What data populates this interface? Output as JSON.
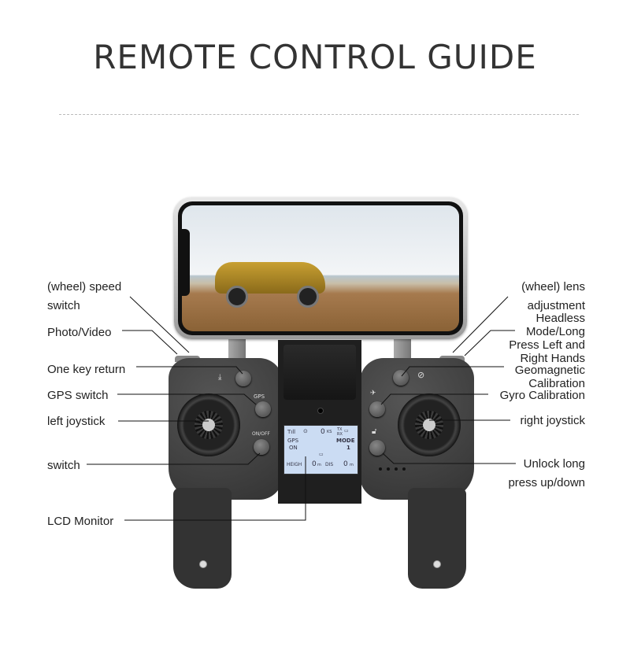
{
  "title": "REMOTE CONTROL GUIDE",
  "labels_left": [
    {
      "id": "speed-switch",
      "text": "(wheel) speed",
      "line2": "switch"
    },
    {
      "id": "photo-video",
      "text": "Photo/Video"
    },
    {
      "id": "one-key-return",
      "text": "One key return"
    },
    {
      "id": "gps-switch",
      "text": "GPS switch"
    },
    {
      "id": "left-joystick",
      "text": "left joystick"
    },
    {
      "id": "power-switch",
      "text": "switch"
    },
    {
      "id": "lcd-monitor",
      "text": "LCD Monitor"
    }
  ],
  "labels_right": [
    {
      "id": "lens-adjust",
      "text": "(wheel) lens",
      "line2": "adjustment"
    },
    {
      "id": "headless",
      "lines": [
        "Headless",
        "Mode/Long",
        "Press Left and",
        "Right Hands"
      ]
    },
    {
      "id": "geomagnetic",
      "lines": [
        "Geomagnetic",
        "Calibration"
      ]
    },
    {
      "id": "gyro",
      "text": "Gyro Calibration"
    },
    {
      "id": "right-joystick",
      "text": "right joystick"
    },
    {
      "id": "unlock",
      "text": "Unlock long",
      "line2": "press up/down"
    }
  ],
  "controller": {
    "gps_button_label": "GPS",
    "power_button_label": "ON/OFF"
  },
  "lcd": {
    "signal": "Tıll",
    "speed": "0",
    "speed_unit": "KS",
    "tx": "TX",
    "rx": "RX",
    "gps_label": "GPS",
    "gps_state": "ON",
    "mode_label": "MODE",
    "mode_value": "1",
    "height_label": "HEIGH",
    "height_value": "0",
    "height_unit": "m",
    "dis_label": "DIS",
    "dis_value": "0",
    "dis_unit": "m"
  }
}
